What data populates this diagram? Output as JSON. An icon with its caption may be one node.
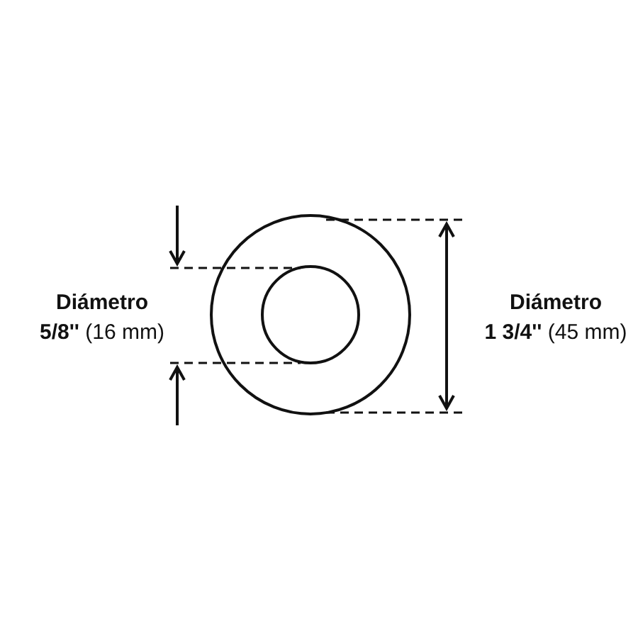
{
  "diagram": {
    "labels": [
      "Diámetro",
      "**5/8''** (16 mm)",
      "Diámetro",
      "**1 3/4''** (45 mm)"
    ]
  }
}
